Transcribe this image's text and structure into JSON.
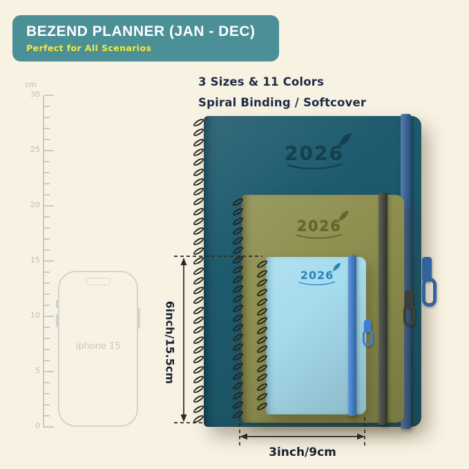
{
  "background_color": "#F8F2E3",
  "banner": {
    "title": "BEZEND PLANNER (JAN - DEC)",
    "subtitle": "Perfect for All Scenarios",
    "bg_color": "#4B8F97",
    "title_color": "#FFFFFF",
    "subtitle_color": "#F3EA3E"
  },
  "tagline": {
    "line1": "3 Sizes & 11 Colors",
    "line2": "Spiral Binding / Softcover",
    "color": "#1D2B45"
  },
  "ruler": {
    "unit": "cm",
    "max_cm": 30,
    "step": 5,
    "labels": [
      "30",
      "25",
      "20",
      "15",
      "10",
      "5",
      "0"
    ]
  },
  "phone": {
    "label": "iphone 15"
  },
  "planners": [
    {
      "size": "large",
      "year": "2026",
      "cover_color": "#1E5B6E",
      "band_color": "#33639E",
      "logo_color": "#16404F"
    },
    {
      "size": "medium",
      "year": "2026",
      "cover_color": "#8F9050",
      "band_color": "#3C4034",
      "logo_color": "#65672A"
    },
    {
      "size": "small",
      "year": "2026",
      "cover_color": "#A6DCEE",
      "band_color": "#3E7FD4",
      "logo_color": "#2E81B8"
    }
  ],
  "dimensions": {
    "height_label": "6inch/15.5cm",
    "width_label": "3inch/9cm"
  },
  "icons": {
    "logo_emblem": "feather-icon"
  }
}
